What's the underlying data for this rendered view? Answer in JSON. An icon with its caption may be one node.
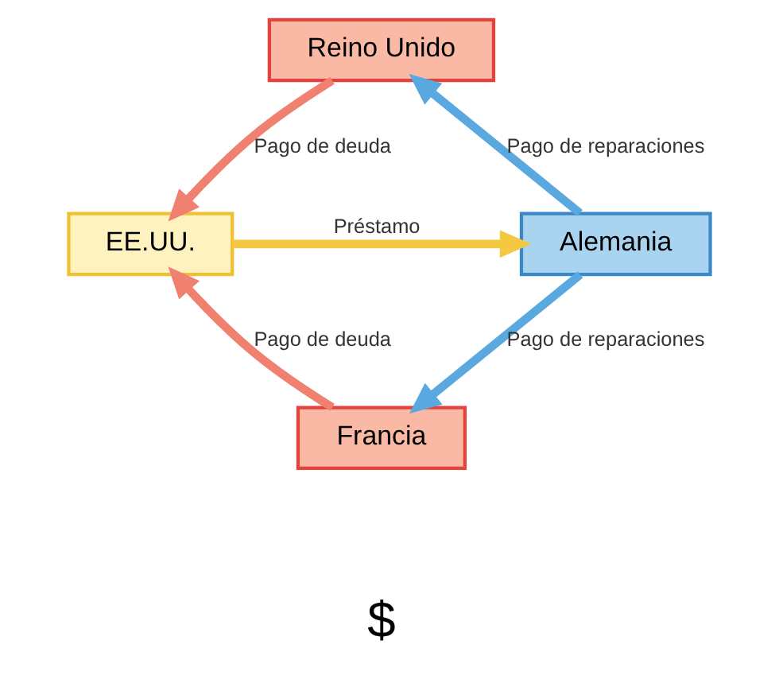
{
  "diagram": {
    "nodes": [
      {
        "text": [
          "Reino Unido"
        ]
      },
      {
        "text": [
          "EE.UU."
        ]
      },
      {
        "text": [
          "Alemania"
        ]
      },
      {
        "text": [
          "Francia"
        ]
      }
    ],
    "edges": [
      {
        "from": 0,
        "to": 1,
        "arrow": "to",
        "label": "Pago de deuda",
        "color": "#f08070"
      },
      {
        "from": 2,
        "to": 0,
        "arrow": "to",
        "label": "Pago de reparaciones",
        "color": "#5aa8e0"
      },
      {
        "from": 1,
        "to": 2,
        "arrow": "to",
        "label": "Préstamo",
        "color": "#f5c842"
      },
      {
        "from": 2,
        "to": 3,
        "arrow": "to",
        "label": "Pago de reparaciones",
        "color": "#5aa8e0"
      },
      {
        "from": 3,
        "to": 1,
        "arrow": "to",
        "label": "Pago de deuda",
        "color": "#f08070"
      }
    ],
    "labels": [
      "$"
    ]
  }
}
